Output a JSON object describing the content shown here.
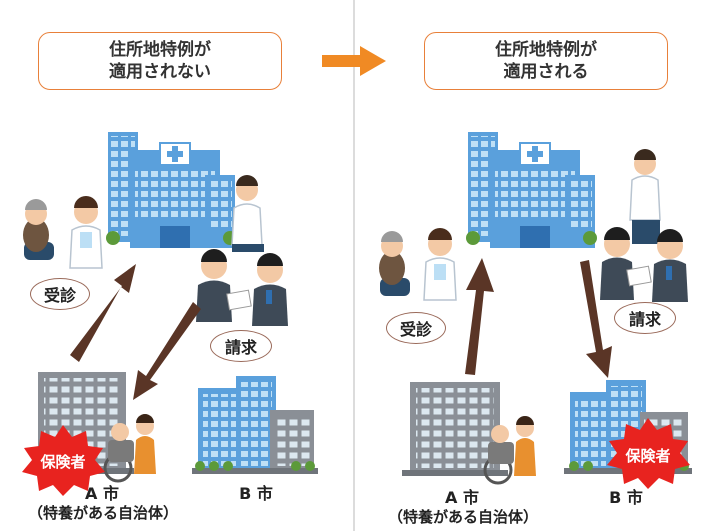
{
  "left_panel": {
    "title_line1": "住所地特例が",
    "title_line2": "適用されない",
    "consult_label": "受診",
    "claim_label": "請求",
    "insurer_label": "保険者",
    "city_a_name": "A 市",
    "city_a_note": "（特養がある自治体）",
    "city_b_name": "B 市"
  },
  "right_panel": {
    "title_line1": "住所地特例が",
    "title_line2": "適用される",
    "consult_label": "受診",
    "claim_label": "請求",
    "insurer_label": "保険者",
    "city_a_name": "A 市",
    "city_a_note": "（特養がある自治体）",
    "city_b_name": "B 市"
  },
  "colors": {
    "title_border": "#e8803a",
    "transition_arrow": "#f08a24",
    "flow_arrow": "#5a3526",
    "insurer_burst": "#e8231f",
    "hospital_blue": "#5aa0dc",
    "divider": "#d0d0d0"
  }
}
